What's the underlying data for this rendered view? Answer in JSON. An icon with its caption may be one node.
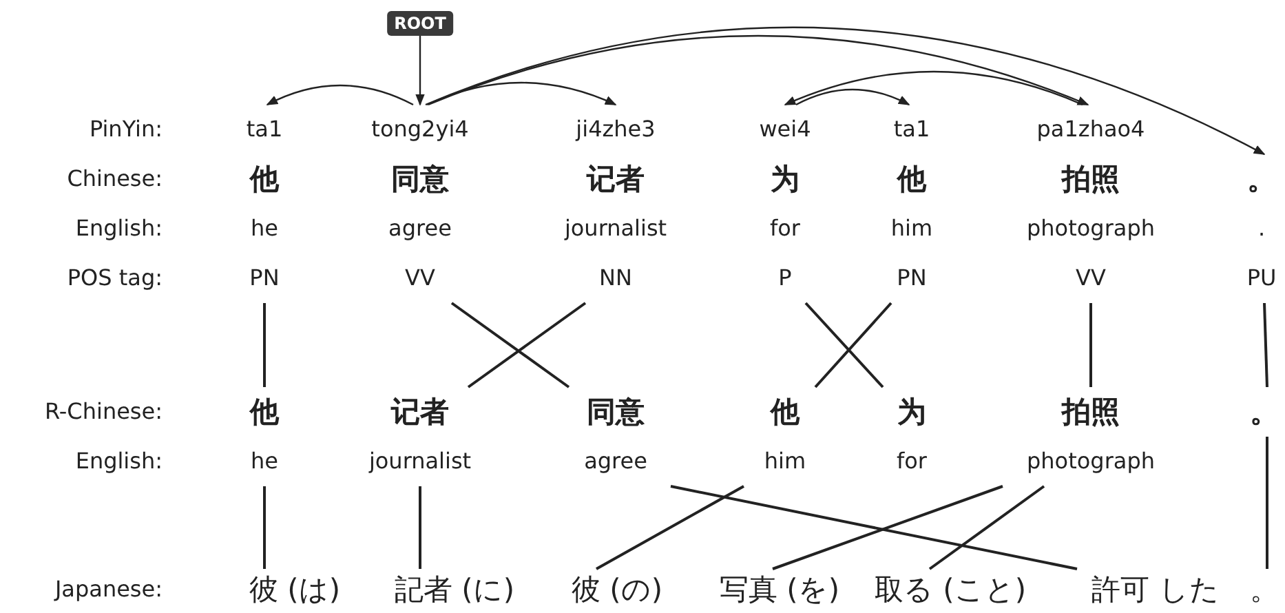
{
  "diagram": {
    "nodes": [
      {
        "text": [
          "ROOT"
        ]
      },
      {
        "text": [
          "ta1",
          "他",
          "he",
          "PN"
        ]
      },
      {
        "text": [
          "tong2yi4",
          "同意",
          "agree",
          "VV"
        ]
      },
      {
        "text": [
          "ji4zhe3",
          "记者",
          "journalist",
          "NN"
        ]
      },
      {
        "text": [
          "wei4",
          "为",
          "for",
          "P"
        ]
      },
      {
        "text": [
          "ta1",
          "他",
          "him",
          "PN"
        ]
      },
      {
        "text": [
          "pa1zhao4",
          "拍照",
          "photograph",
          "VV"
        ]
      },
      {
        "text": [
          "。",
          ".",
          "PU"
        ]
      },
      {
        "text": [
          "他",
          "he"
        ]
      },
      {
        "text": [
          "记者",
          "journalist"
        ]
      },
      {
        "text": [
          "同意",
          "agree"
        ]
      },
      {
        "text": [
          "他",
          "him"
        ]
      },
      {
        "text": [
          "为",
          "for"
        ]
      },
      {
        "text": [
          "拍照",
          "photograph"
        ]
      },
      {
        "text": [
          "。"
        ]
      },
      {
        "text": [
          "彼 (は)"
        ]
      },
      {
        "text": [
          "記者 (に)"
        ]
      },
      {
        "text": [
          "彼 (の)"
        ]
      },
      {
        "text": [
          "写真 (を)"
        ]
      },
      {
        "text": [
          "取る (こと)"
        ]
      },
      {
        "text": [
          "許可 した"
        ]
      },
      {
        "text": [
          "。"
        ]
      }
    ],
    "edges": [
      {
        "from": 0,
        "to": 2,
        "arrow": "to"
      },
      {
        "from": 2,
        "to": 1,
        "arrow": "to"
      },
      {
        "from": 2,
        "to": 3,
        "arrow": "to"
      },
      {
        "from": 2,
        "to": 6,
        "arrow": "to"
      },
      {
        "from": 2,
        "to": 7,
        "arrow": "to"
      },
      {
        "from": 6,
        "to": 4,
        "arrow": "to"
      },
      {
        "from": 4,
        "to": 5,
        "arrow": "to"
      },
      {
        "from": 1,
        "to": 8,
        "arrow": "none"
      },
      {
        "from": 2,
        "to": 10,
        "arrow": "none"
      },
      {
        "from": 3,
        "to": 9,
        "arrow": "none"
      },
      {
        "from": 4,
        "to": 12,
        "arrow": "none"
      },
      {
        "from": 5,
        "to": 11,
        "arrow": "none"
      },
      {
        "from": 6,
        "to": 13,
        "arrow": "none"
      },
      {
        "from": 7,
        "to": 14,
        "arrow": "none"
      },
      {
        "from": 8,
        "to": 15,
        "arrow": "none"
      },
      {
        "from": 9,
        "to": 16,
        "arrow": "none"
      },
      {
        "from": 10,
        "to": 20,
        "arrow": "none"
      },
      {
        "from": 11,
        "to": 17,
        "arrow": "none"
      },
      {
        "from": 13,
        "to": 18,
        "arrow": "none"
      },
      {
        "from": 13,
        "to": 19,
        "arrow": "none"
      },
      {
        "from": 14,
        "to": 21,
        "arrow": "none"
      }
    ],
    "labels": [
      "PinYin:",
      "Chinese:",
      "English:",
      "POS tag:",
      "R-Chinese:",
      "English:",
      "Japanese:"
    ]
  }
}
